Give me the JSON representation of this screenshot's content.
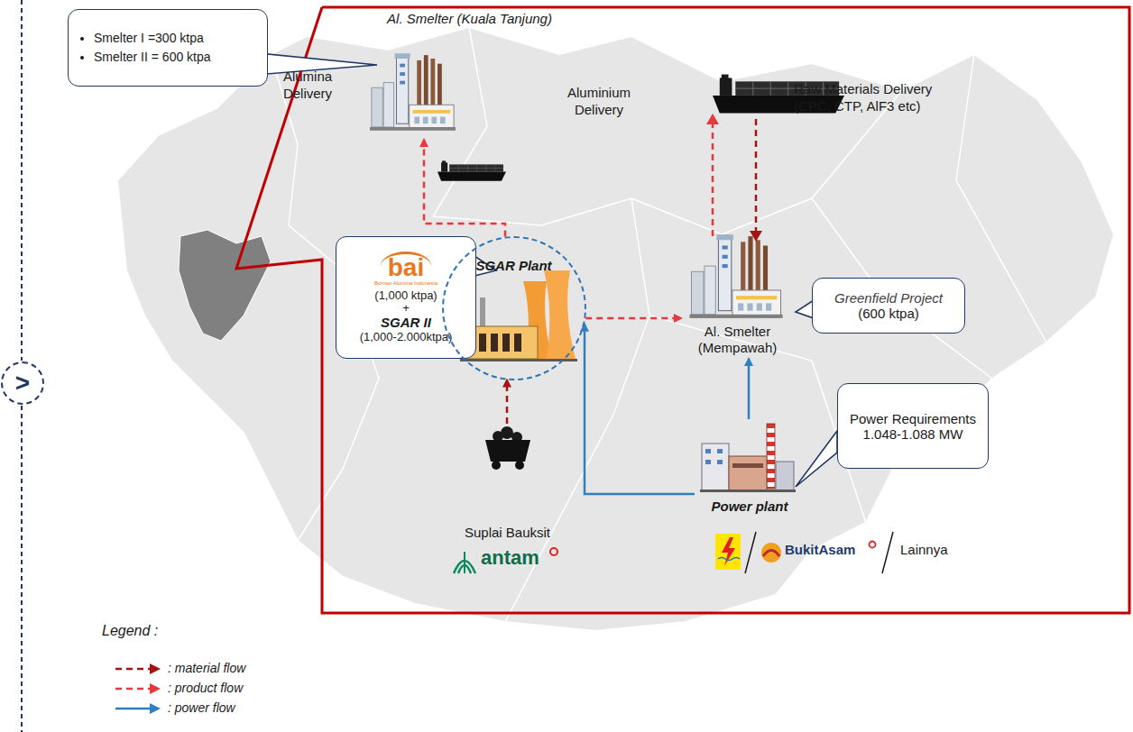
{
  "diagram": {
    "nodes": [
      {
        "text": [
          "Smelter I =300 ktpa",
          "Smelter II = 600 ktpa"
        ]
      },
      {
        "text": [
          "Al. Smelter (Kuala Tanjung)"
        ]
      },
      {
        "text": [
          ">"
        ]
      },
      {
        "text": [
          "bai",
          "Borneo Alumina Indonesia",
          "(1,000 ktpa)",
          "+",
          "SGAR II",
          "(1,000-2.000ktpa)"
        ]
      },
      {
        "text": [
          "SGAR Plant"
        ]
      },
      {
        "text": [
          "Al. Smelter (Mempawah)"
        ]
      },
      {
        "text": [
          "Greenfield Project",
          "(600 ktpa)"
        ]
      },
      {
        "text": [
          "Power Requirements",
          "1.048-1.088 MW"
        ]
      },
      {
        "text": [
          "Suplai Bauksit",
          "antam"
        ]
      },
      {
        "text": [
          "Power plant",
          "BukitAsam",
          "Lainnya"
        ]
      }
    ],
    "edges": [
      {
        "from": 4,
        "to": 1,
        "arrow": "to"
      },
      {
        "from": 4,
        "to": 5,
        "arrow": "to"
      },
      {
        "from": 8,
        "to": 4,
        "arrow": "to"
      },
      {
        "from": 9,
        "to": 5,
        "arrow": "to"
      },
      {
        "from": 9,
        "to": 4,
        "arrow": "to"
      }
    ],
    "labels": [
      "Alumina Delivery",
      "Aluminium Delivery",
      "Raw Materials Delivery (CPC, CTP, AlF3 etc)",
      "Legend :"
    ],
    "legend": [
      {
        "text": ": material flow"
      },
      {
        "text": ": product flow"
      },
      {
        "text": ": power flow"
      }
    ]
  }
}
